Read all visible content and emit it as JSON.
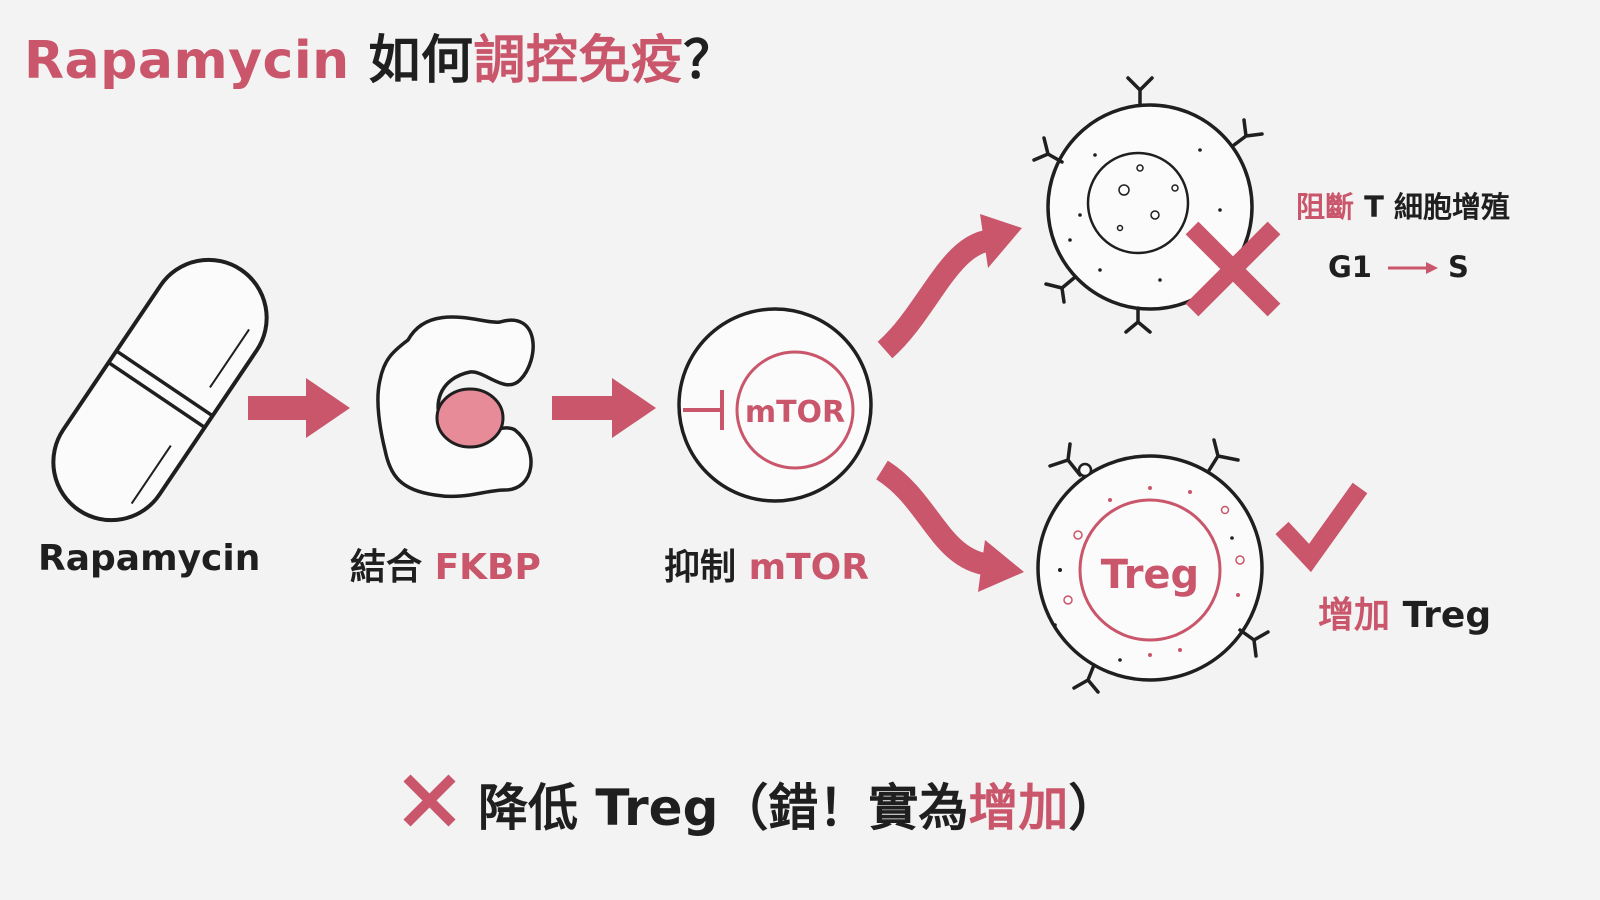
{
  "title": {
    "part1": "Rapamycin",
    "part2": "如何",
    "part3": "調控免疫",
    "part4": "？"
  },
  "steps": {
    "drug": {
      "label": "Rapamycin"
    },
    "bind": {
      "label": "結合",
      "target": "FKBP"
    },
    "inhibit": {
      "label": "抑制",
      "target": "mTOR"
    }
  },
  "mtor_label": "mTOR",
  "outcome_block": {
    "accent": "阻斷",
    "text": "T 細胞增殖",
    "phase_from": "G1",
    "phase_to": "S"
  },
  "outcome_increase": {
    "accent": "增加",
    "text": "Treg"
  },
  "treg_label": "Treg",
  "bottom_note": {
    "prefix": "降低 Treg（錯！實為",
    "accent": "增加",
    "suffix": "）"
  },
  "colors": {
    "accent": "#c9566b",
    "ink": "#1f1f1f",
    "background": "#f4f3f3",
    "pill_fill": "#e88b98"
  },
  "icons": [
    "capsule-icon",
    "fkbp-protein-icon",
    "mtor-cell-icon",
    "t-cell-icon",
    "treg-cell-icon",
    "cross-icon",
    "check-icon"
  ]
}
